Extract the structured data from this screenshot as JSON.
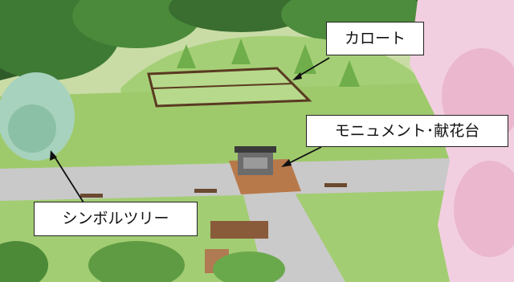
{
  "labels": {
    "karoto": "カロート",
    "monument": "モニュメント･献花台",
    "symbol_tree": "シンボルツリー"
  },
  "colors": {
    "sky_grass": "#cfe0b0",
    "lawn": "#a9cf7a",
    "path": "#c8c8c8",
    "plaza": "#b8794a",
    "forest": "#2f5a2a",
    "cherry_blossom": "#f2cfe0",
    "fence": "#5a3a22"
  }
}
